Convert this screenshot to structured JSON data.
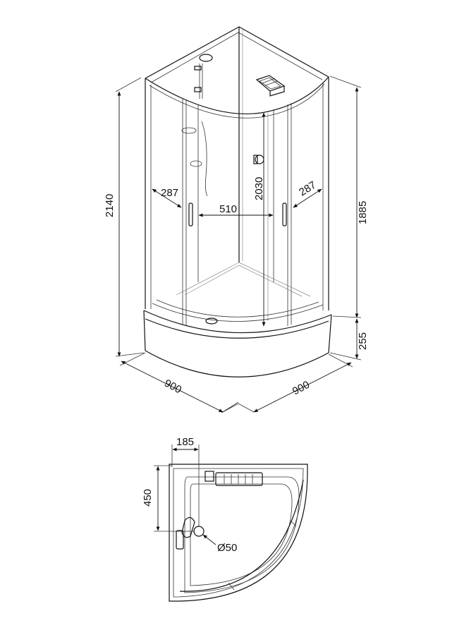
{
  "elevation": {
    "dims": {
      "total_height": "2140",
      "cabin_height": "1885",
      "tray_height": "255",
      "inner_height": "2030",
      "door_opening": "510",
      "side_left": "287",
      "side_right": "287",
      "width_left": "900",
      "width_right": "900"
    }
  },
  "plan": {
    "dims": {
      "drain_x": "185",
      "drain_y": "450",
      "drain_diameter": "Ø50"
    }
  }
}
